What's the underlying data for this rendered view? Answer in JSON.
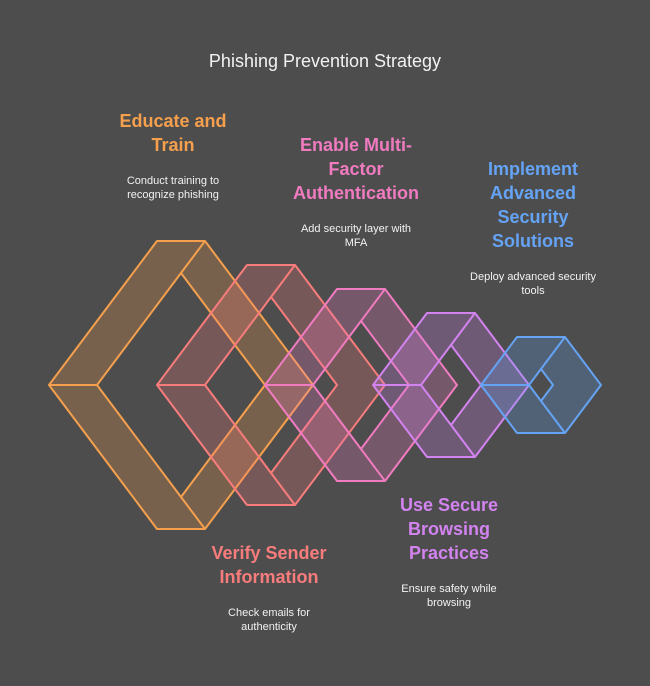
{
  "title": "Phishing Prevention Strategy",
  "steps": [
    {
      "heading": [
        "Educate and",
        "Train"
      ],
      "description": [
        "Conduct training to",
        "recognize phishing"
      ],
      "color": "#F6A04D"
    },
    {
      "heading": [
        "Verify Sender",
        "Information"
      ],
      "description": [
        "Check emails for",
        "authenticity"
      ],
      "color": "#F87C7C"
    },
    {
      "heading": [
        "Enable Multi-",
        "Factor",
        "Authentication"
      ],
      "description": [
        "Add security layer with",
        "MFA"
      ],
      "color": "#F07BC0"
    },
    {
      "heading": [
        "Use Secure",
        "Browsing",
        "Practices"
      ],
      "description": [
        "Ensure safety while",
        "browsing"
      ],
      "color": "#D383F0"
    },
    {
      "heading": [
        "Implement",
        "Advanced",
        "Security",
        "Solutions"
      ],
      "description": [
        "Deploy advanced security",
        "tools"
      ],
      "color": "#65A3F5"
    }
  ]
}
